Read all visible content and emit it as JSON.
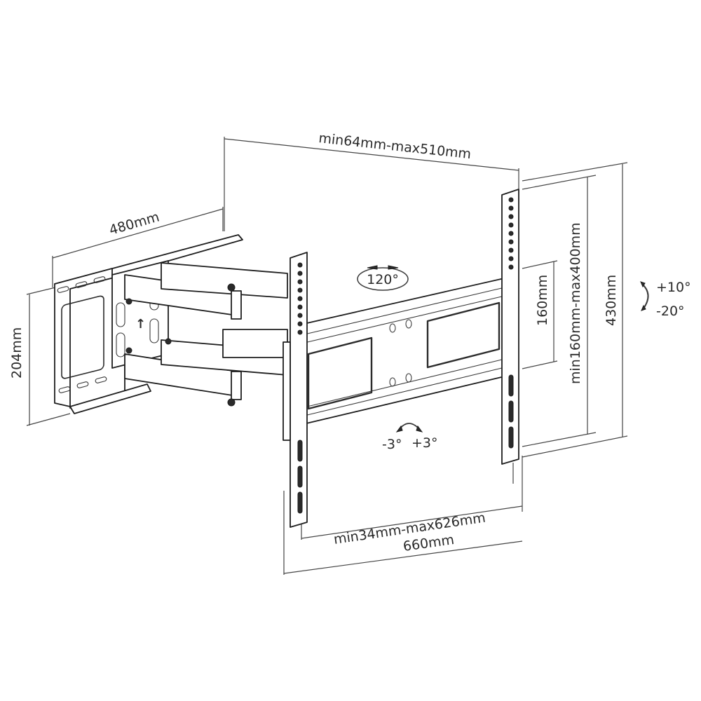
{
  "diagram": {
    "subject": "Full-motion TV wall mount (articulating arm) dimension drawing",
    "dimensions": {
      "vesa_width_range": "min64mm-max510mm",
      "wall_plate_width": "480mm",
      "wall_plate_height": "204mm",
      "bracket_spacing": "160mm",
      "vesa_height_range": "min160mm-max400mm",
      "bracket_height": "430mm",
      "extension_range": "min34mm-max626mm",
      "max_extension": "660mm"
    },
    "motion": {
      "swivel": "120°",
      "tilt_up": "+10°",
      "tilt_down": "-20°",
      "rotate_left": "-3°",
      "rotate_right": "+3°"
    },
    "colors": {
      "line": "#2b2b2b",
      "background": "#ffffff"
    }
  }
}
